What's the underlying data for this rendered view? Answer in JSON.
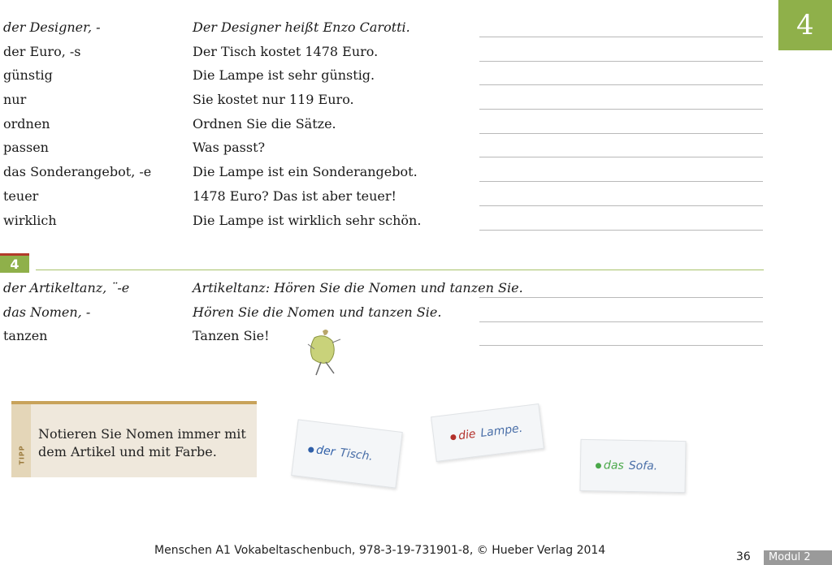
{
  "chapter_number": "4",
  "vocab_rows": [
    {
      "word": "der Designer, -",
      "sentence": "Der Designer heißt Enzo Carotti.",
      "italic": true
    },
    {
      "word": "der Euro, -s",
      "sentence": "Der Tisch kostet 1478 Euro.",
      "italic": false
    },
    {
      "word": "günstig",
      "sentence": "Die Lampe ist sehr günstig.",
      "italic": false
    },
    {
      "word": "nur",
      "sentence": "Sie kostet nur 119 Euro.",
      "italic": false
    },
    {
      "word": "ordnen",
      "sentence": "Ordnen Sie die Sätze.",
      "italic": false
    },
    {
      "word": "passen",
      "sentence": "Was passt?",
      "italic": false
    },
    {
      "word": "das Sonderangebot, -e",
      "sentence": "Die Lampe ist ein Sonderangebot.",
      "italic": false
    },
    {
      "word": "teuer",
      "sentence": "1478 Euro? Das ist aber teuer!",
      "italic": false
    },
    {
      "word": "wirklich",
      "sentence": "Die Lampe ist wirklich sehr schön.",
      "italic": false
    }
  ],
  "section": {
    "number": "4",
    "rows": [
      {
        "word": "der Artikeltanz, ¨-e",
        "sentence": "Artikeltanz: Hören Sie die Nomen und tanzen Sie.",
        "italic": true
      },
      {
        "word": "das Nomen, -",
        "sentence": "Hören Sie die Nomen und tanzen Sie.",
        "italic": true
      },
      {
        "word": "tanzen",
        "sentence": "Tanzen Sie!",
        "italic": false
      }
    ]
  },
  "tip": {
    "label": "TIPP",
    "text": "Notieren Sie Nomen immer mit dem Artikel und mit Farbe."
  },
  "cards": [
    {
      "article": "der",
      "noun": "Tisch.",
      "color": "#2f5fa8"
    },
    {
      "article": "die",
      "noun": "Lampe.",
      "color": "#b3302a"
    },
    {
      "article": "das",
      "noun": "Sofa.",
      "color": "#4aa84a"
    }
  ],
  "footer": {
    "credit": "Menschen A1 Vokabeltaschenbuch, 978-3-19-731901-8, © Hueber Verlag 2014",
    "page_number": "36",
    "module": "Modul 2"
  }
}
